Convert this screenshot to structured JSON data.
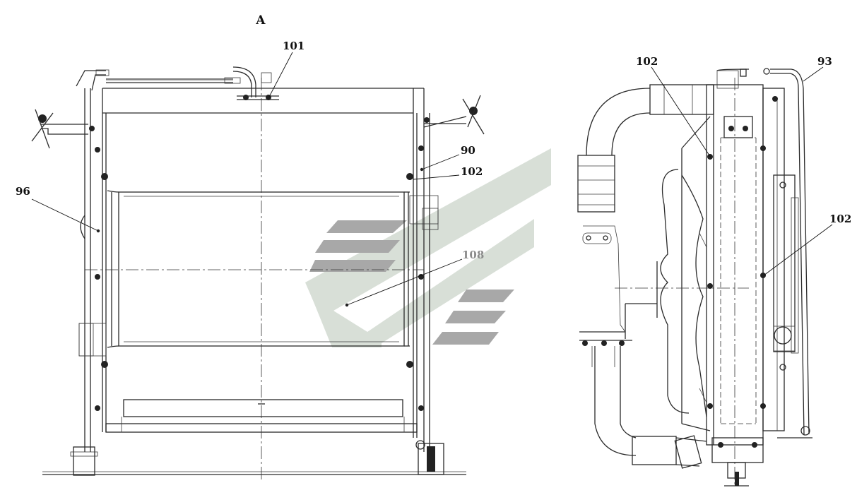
{
  "view_label": "А",
  "callouts": [
    {
      "id": "c101a",
      "text": "101"
    },
    {
      "id": "c96",
      "text": "96"
    },
    {
      "id": "c90",
      "text": "90"
    },
    {
      "id": "c102a",
      "text": "102"
    },
    {
      "id": "c108",
      "text": "108"
    },
    {
      "id": "c102b",
      "text": "102"
    },
    {
      "id": "c93",
      "text": "93"
    },
    {
      "id": "c102c",
      "text": "102"
    }
  ],
  "colors": {
    "line": "#2a2a2a",
    "callout_highlight": "#8a8a8a",
    "watermark": "#a8a8a8",
    "watermark_light": "#d8dfd7"
  }
}
